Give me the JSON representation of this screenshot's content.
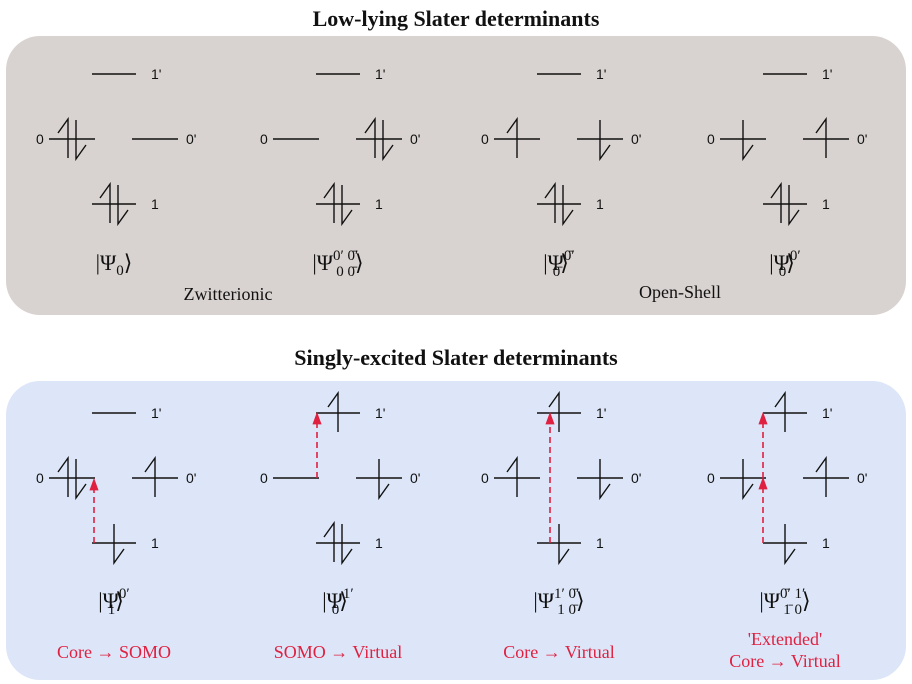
{
  "colors": {
    "panel_top": "#d8d3d0",
    "panel_bottom": "#dce6f8",
    "arrow": "#e02040",
    "ink": "#111111"
  },
  "titles": {
    "top": "Low-lying Slater determinants",
    "bottom": "Singly-excited Slater determinants"
  },
  "level_labels": {
    "l1p": "1'",
    "l0": "0",
    "l0p": "0'",
    "l1": "1"
  },
  "top_panel": {
    "kets": [
      {
        "base": "|Ψ",
        "sub": "0",
        "sup": "",
        "close": "⟩"
      },
      {
        "base": "|Ψ",
        "sub": "0 0̄",
        "sup": "0′ 0̄′",
        "close": "⟩"
      },
      {
        "base": "|Ψ",
        "sub": "0̄",
        "sup": "0̄′",
        "close": "⟩"
      },
      {
        "base": "|Ψ",
        "sub": "0",
        "sup": "0′",
        "close": "⟩"
      }
    ],
    "group_labels": [
      "Zwitterionic",
      "Open-Shell"
    ]
  },
  "bottom_panel": {
    "kets": [
      {
        "base": "|Ψ",
        "sub": "1",
        "sup": "0′",
        "close": "⟩"
      },
      {
        "base": "|Ψ",
        "sub": "0",
        "sup": "1′",
        "close": "⟩"
      },
      {
        "base": "|Ψ",
        "sub": "1 0̄",
        "sup": "1′ 0̄′",
        "close": "⟩"
      },
      {
        "base": "|Ψ",
        "sub": "1̄ 0",
        "sup": "0̄′ 1′",
        "close": "⟩"
      }
    ],
    "captions": [
      {
        "lines": [
          "Core → SOMO"
        ]
      },
      {
        "lines": [
          "SOMO → Virtual"
        ]
      },
      {
        "lines": [
          "Core → Virtual"
        ]
      },
      {
        "lines": [
          "'Extended'",
          "Core → Virtual"
        ]
      }
    ]
  }
}
